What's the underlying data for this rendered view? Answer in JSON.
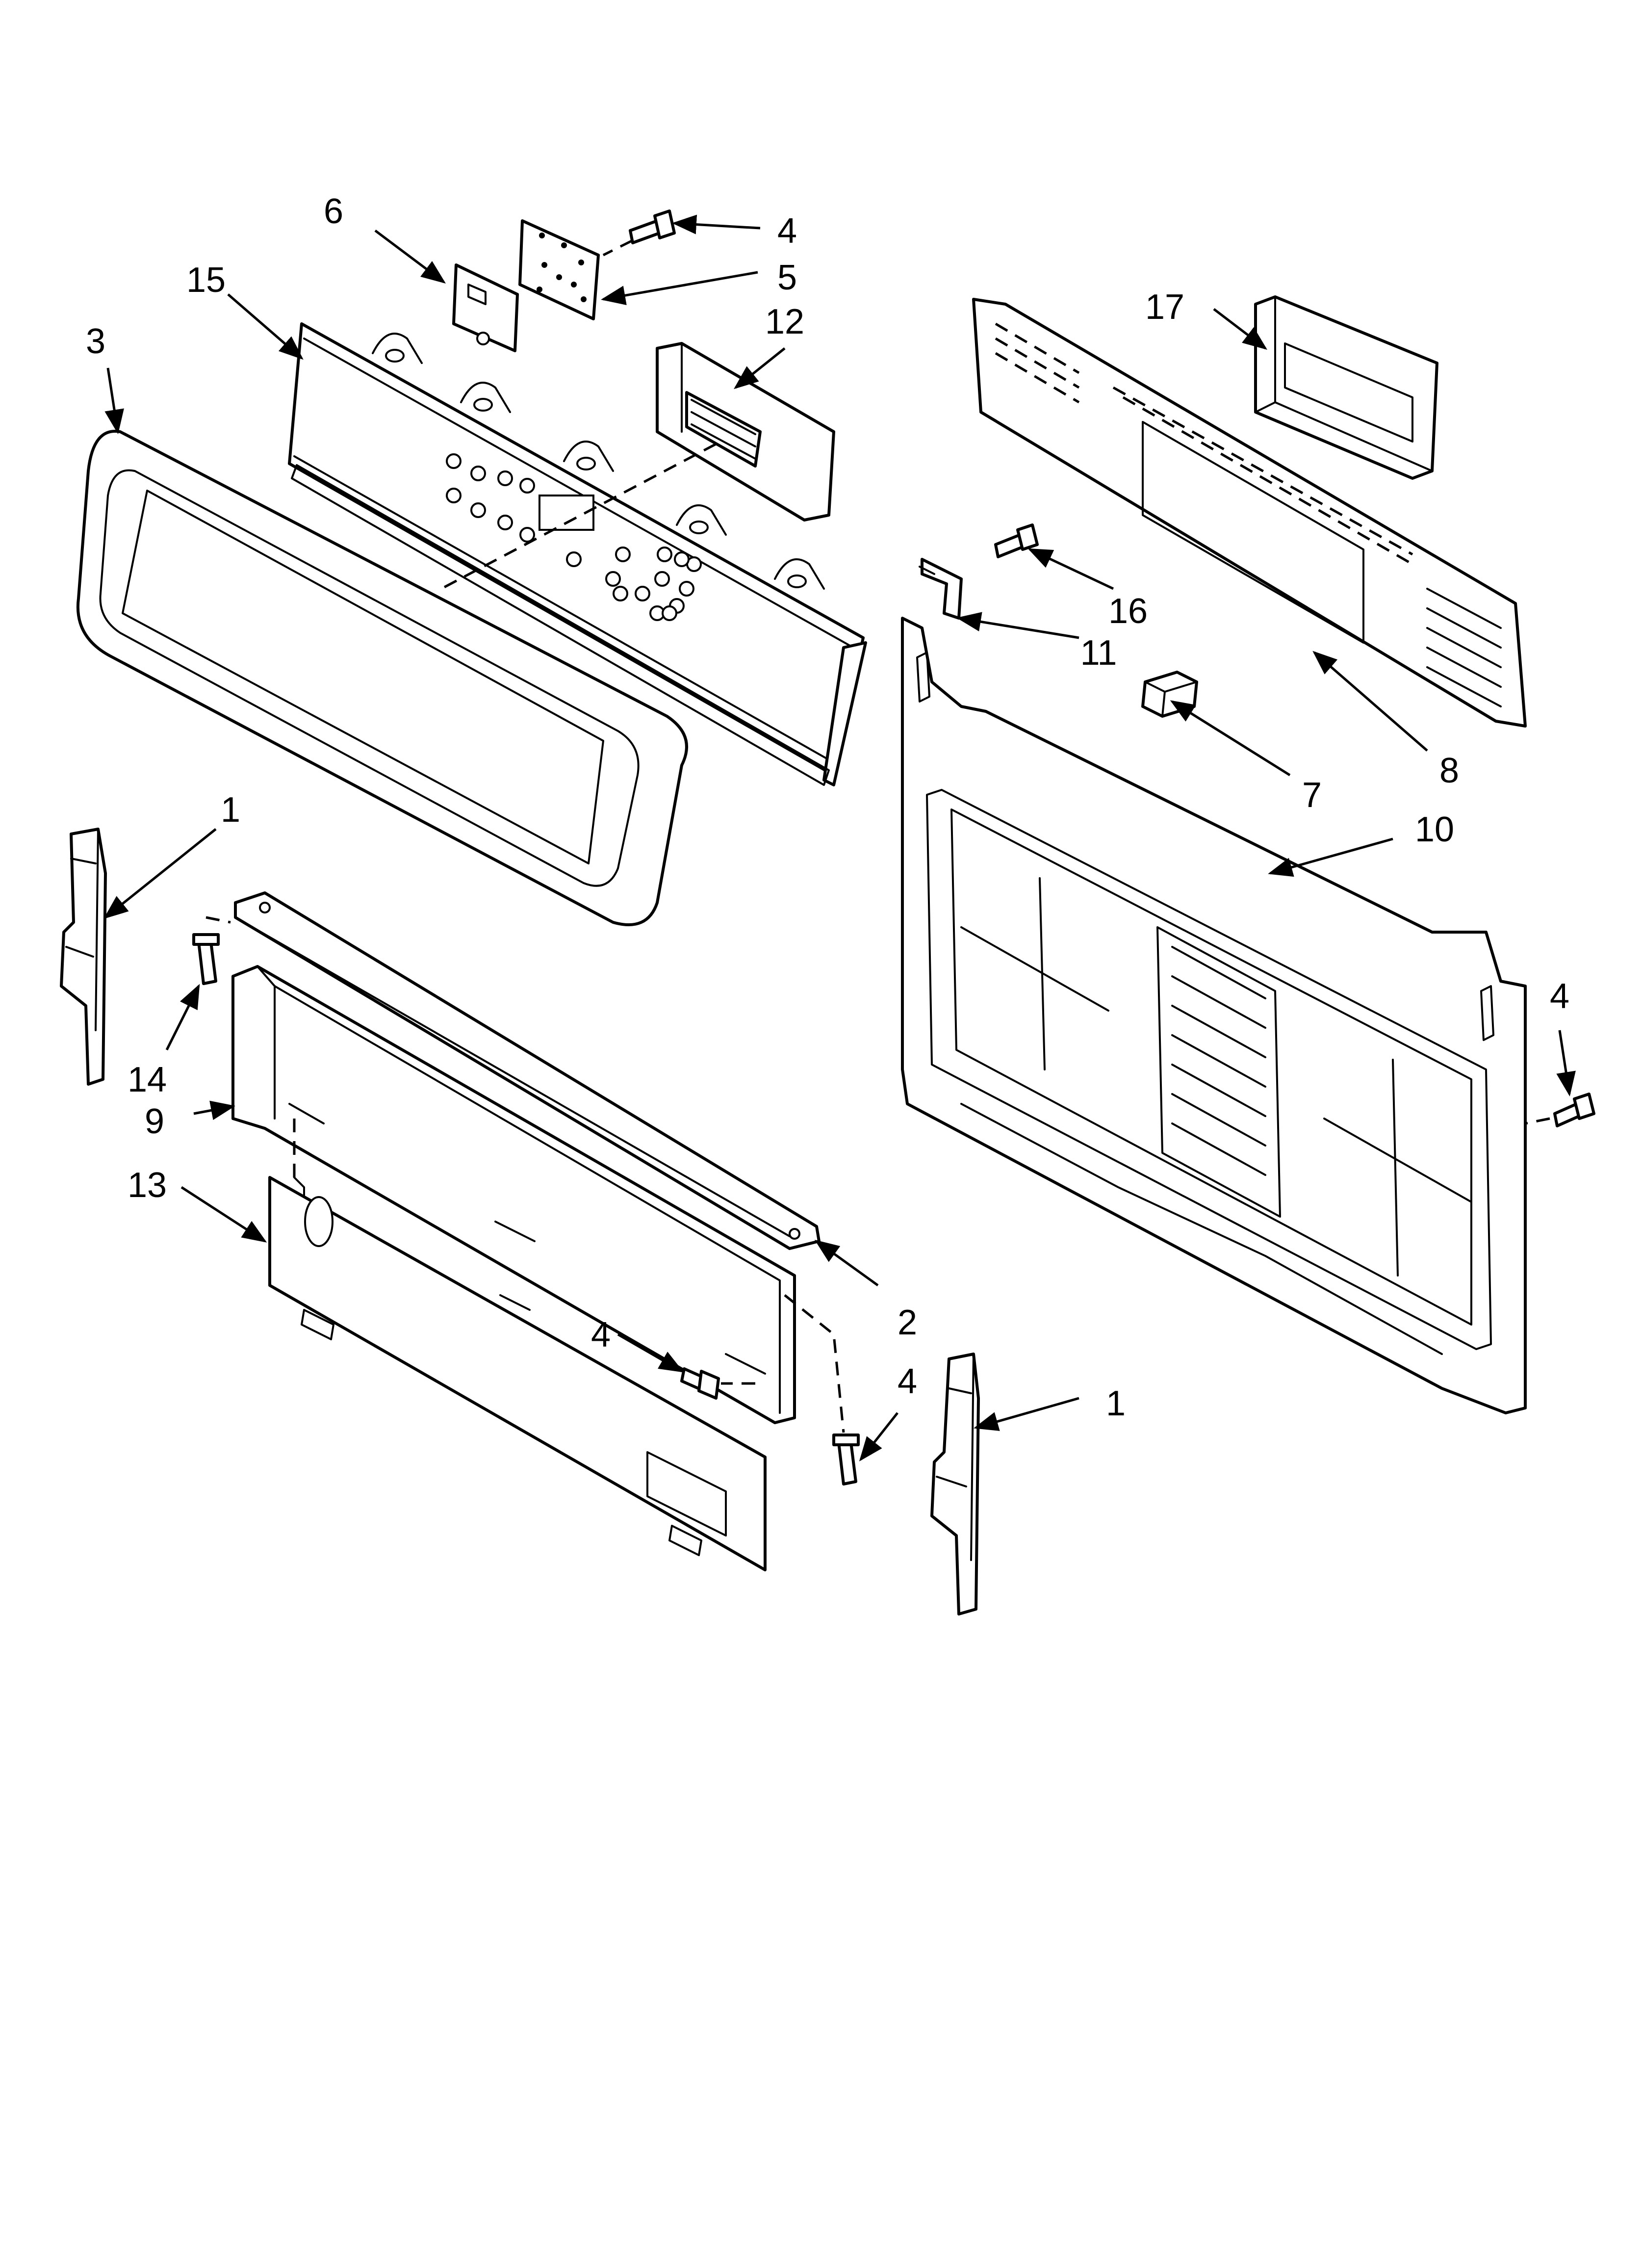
{
  "callouts": [
    {
      "id": "c1a",
      "label": "1"
    },
    {
      "id": "c1b",
      "label": "1"
    },
    {
      "id": "c2",
      "label": "2"
    },
    {
      "id": "c3",
      "label": "3"
    },
    {
      "id": "c4a",
      "label": "4"
    },
    {
      "id": "c4b",
      "label": "4"
    },
    {
      "id": "c4c",
      "label": "4"
    },
    {
      "id": "c4d",
      "label": "4"
    },
    {
      "id": "c5",
      "label": "5"
    },
    {
      "id": "c6",
      "label": "6"
    },
    {
      "id": "c7",
      "label": "7"
    },
    {
      "id": "c8",
      "label": "8"
    },
    {
      "id": "c9",
      "label": "9"
    },
    {
      "id": "c10",
      "label": "10"
    },
    {
      "id": "c11",
      "label": "11"
    },
    {
      "id": "c12",
      "label": "12"
    },
    {
      "id": "c13",
      "label": "13"
    },
    {
      "id": "c14",
      "label": "14"
    },
    {
      "id": "c15",
      "label": "15"
    },
    {
      "id": "c16",
      "label": "16"
    },
    {
      "id": "c17",
      "label": "17"
    }
  ]
}
